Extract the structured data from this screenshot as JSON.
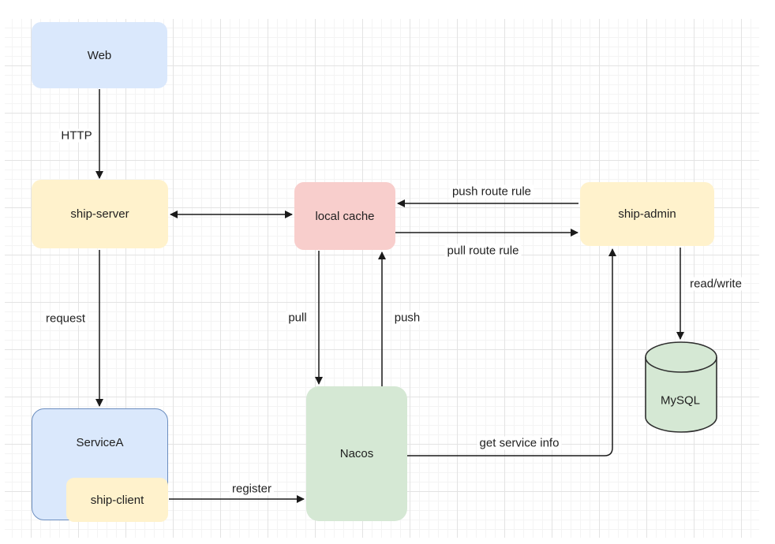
{
  "diagram": {
    "nodes": {
      "web": {
        "label": "Web"
      },
      "ship_server": {
        "label": "ship-server"
      },
      "local_cache": {
        "label": "local cache"
      },
      "ship_admin": {
        "label": "ship-admin"
      },
      "service_a": {
        "label": "ServiceA"
      },
      "ship_client": {
        "label": "ship-client"
      },
      "nacos": {
        "label": "Nacos"
      },
      "mysql": {
        "label": "MySQL"
      }
    },
    "edges": {
      "http": {
        "label": "HTTP"
      },
      "request": {
        "label": "request"
      },
      "push_route_rule": {
        "label": "push route rule"
      },
      "pull_route_rule": {
        "label": "pull route rule"
      },
      "pull": {
        "label": "pull"
      },
      "push": {
        "label": "push"
      },
      "register": {
        "label": "register"
      },
      "get_service_info": {
        "label": "get service info"
      },
      "read_write": {
        "label": "read/write"
      }
    },
    "colors": {
      "blue_fill": "#dae8fc",
      "blue_border": "#6c8ebf",
      "yellow_fill": "#fff2cc",
      "red_fill": "#f8cecc",
      "green_fill": "#d5e8d4",
      "line": "#1a1a1a",
      "grid_minor": "#f4f4f4",
      "grid_major": "#e3e3e3"
    }
  }
}
